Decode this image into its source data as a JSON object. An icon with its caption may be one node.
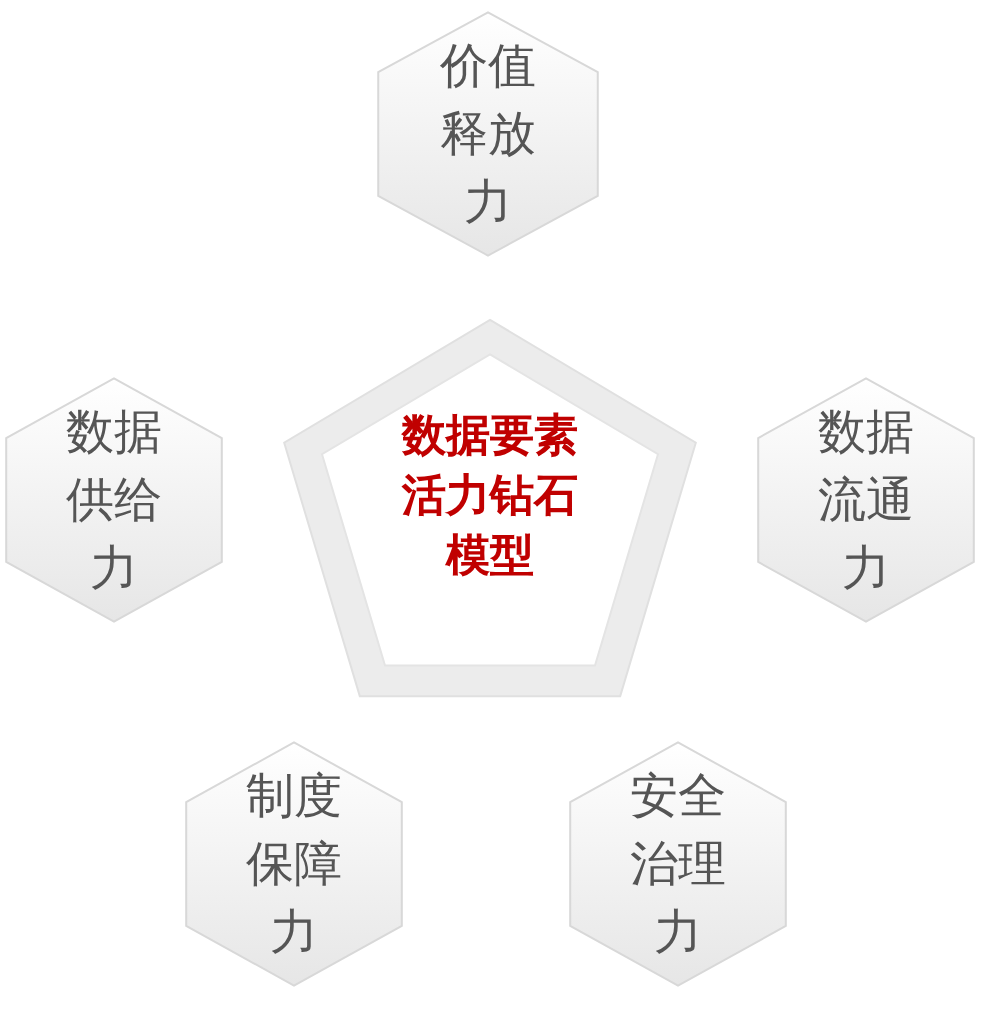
{
  "diagram": {
    "nodes": [
      {
        "text": [
          "价值释放力"
        ]
      },
      {
        "text": [
          "数据供给力"
        ]
      },
      {
        "text": [
          "数据要素活力钻石模型"
        ]
      },
      {
        "text": [
          "数据流通力"
        ]
      },
      {
        "text": [
          "制度保障力"
        ]
      },
      {
        "text": [
          "安全治理力"
        ]
      }
    ]
  }
}
